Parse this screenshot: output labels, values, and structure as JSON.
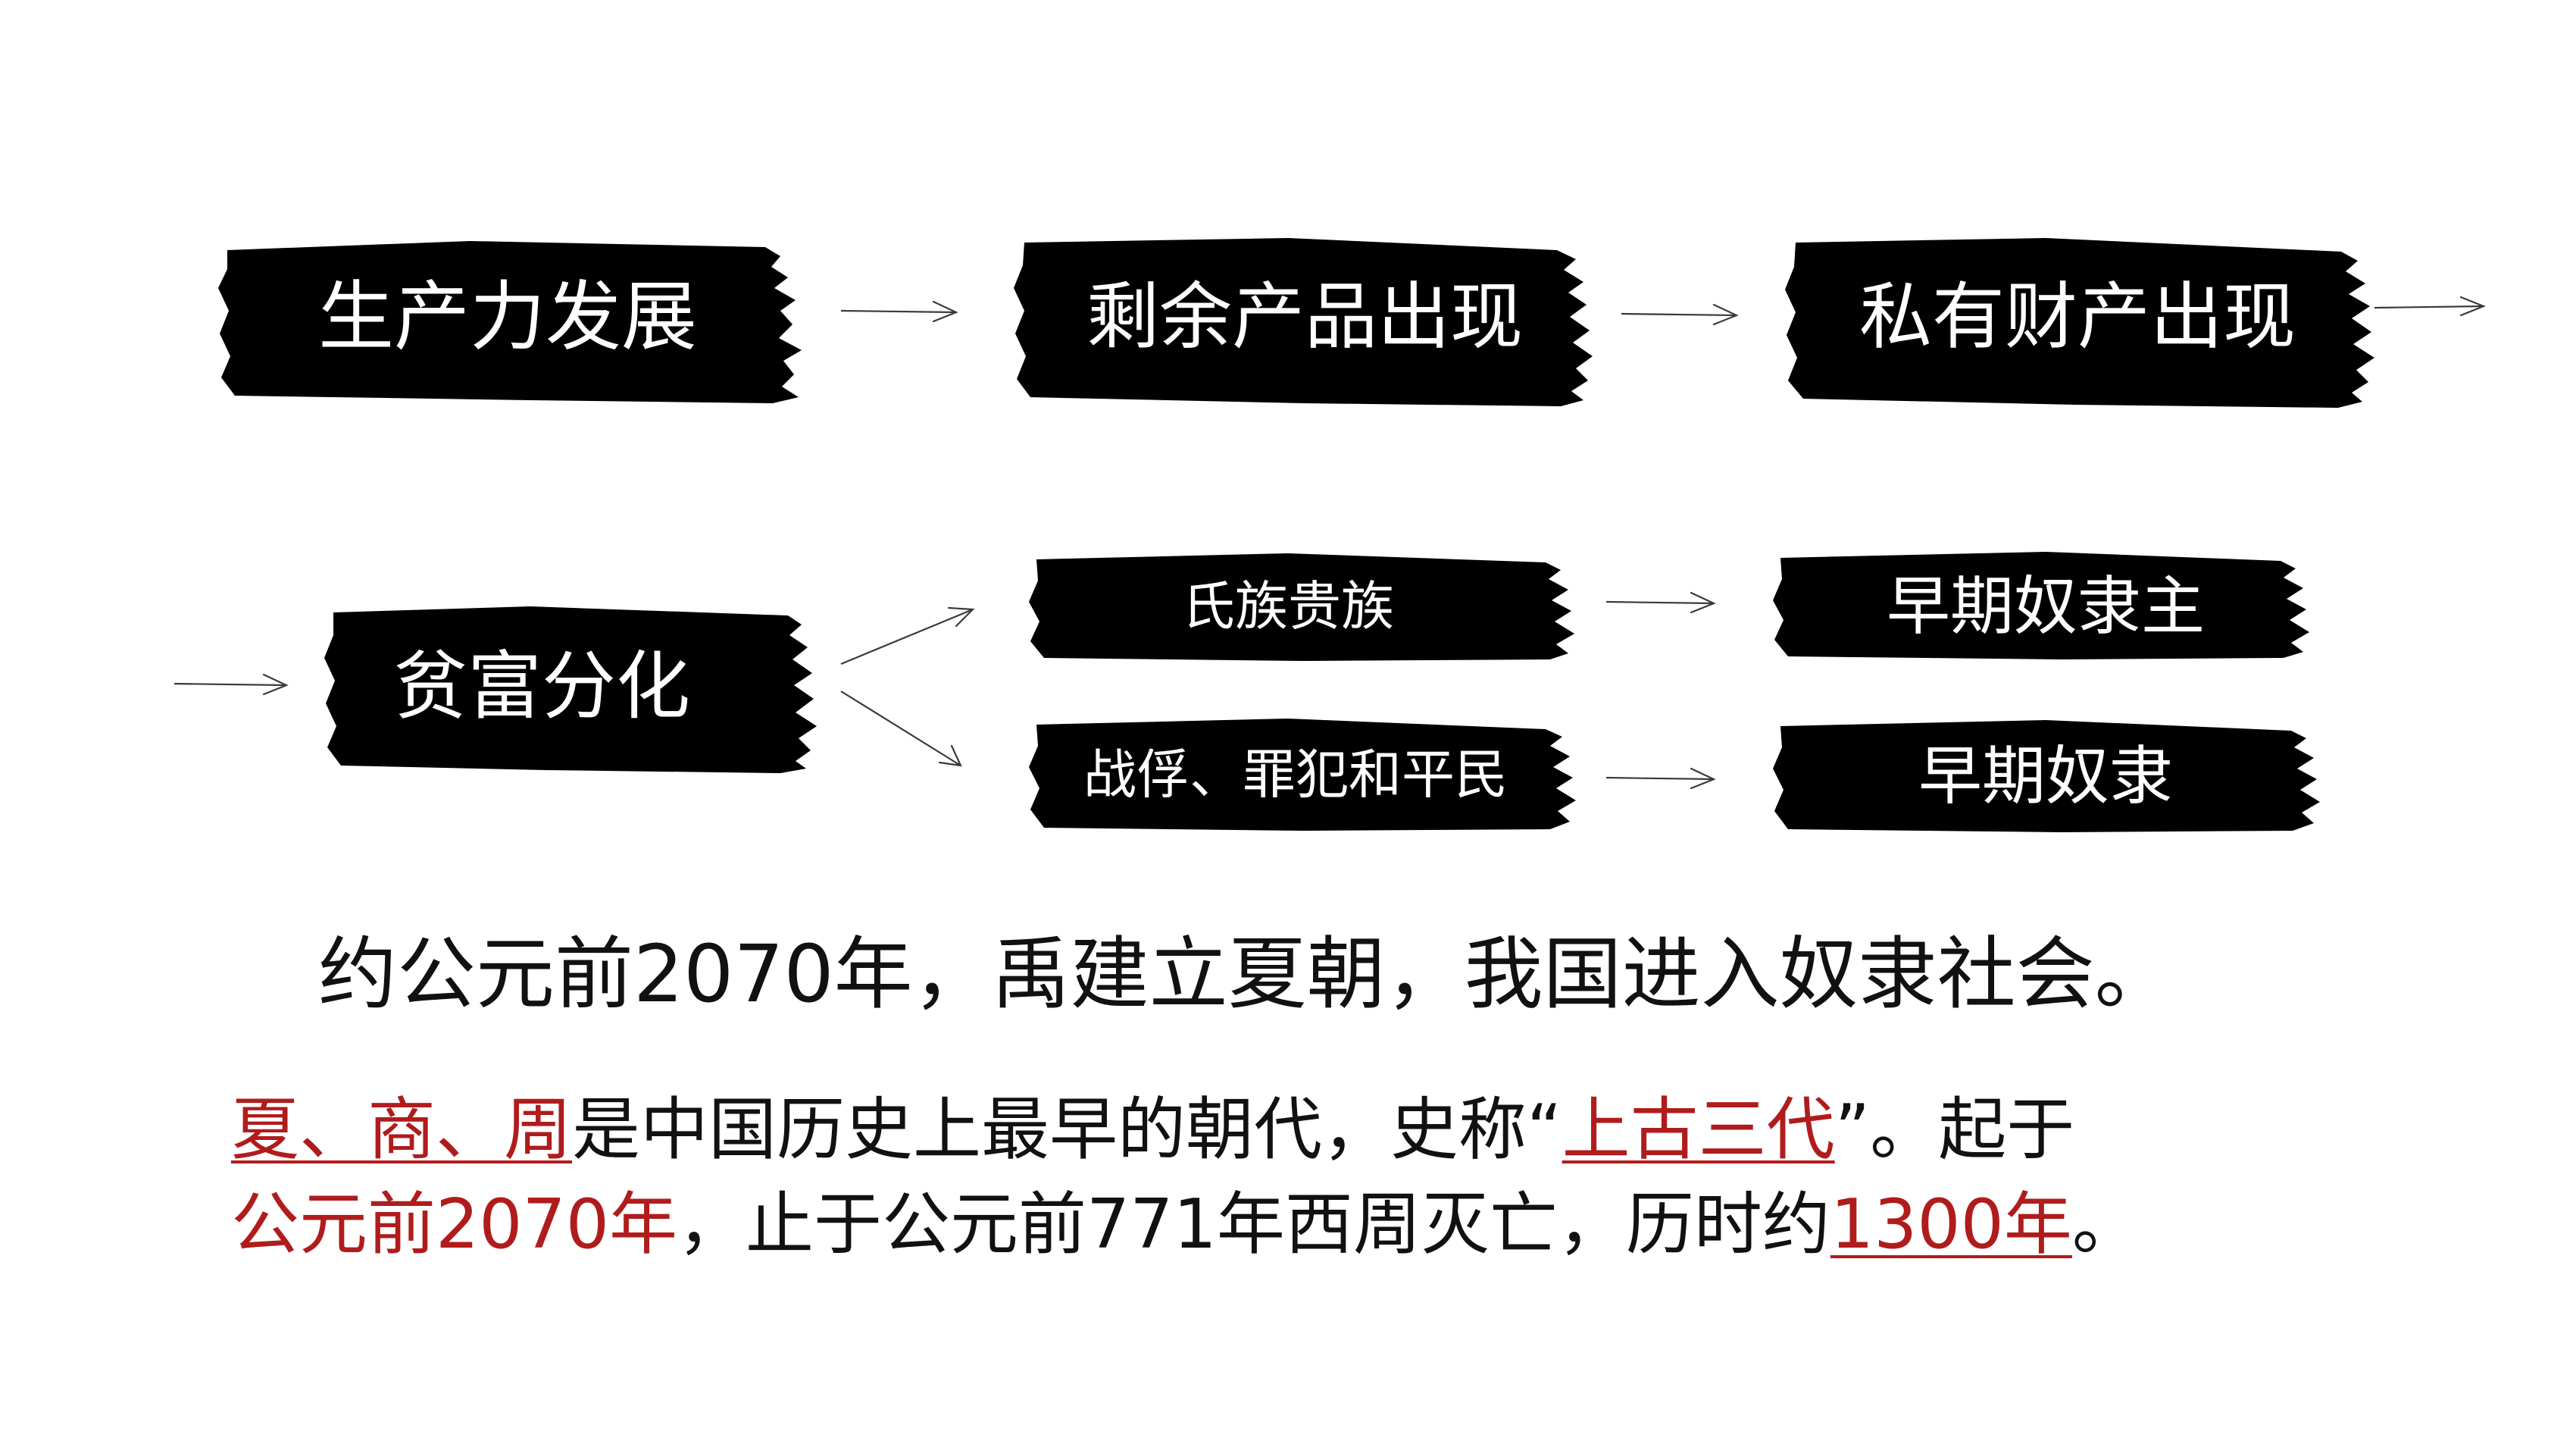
{
  "boxes": [
    {
      "id": "productivity",
      "label": "生产力发展"
    },
    {
      "id": "surplus",
      "label": "剩余产品出现"
    },
    {
      "id": "private-property",
      "label": "私有财产出现"
    },
    {
      "id": "wealth-gap",
      "label": "贫富分化"
    },
    {
      "id": "clan-nobles",
      "label": "氏族贵族"
    },
    {
      "id": "captives",
      "label": "战俘、罪犯和平民"
    },
    {
      "id": "slave-owners",
      "label": "早期奴隶主"
    },
    {
      "id": "slaves",
      "label": "早期奴隶"
    }
  ],
  "caption": "约公元前2070年，禹建立夏朝，我国进入奴隶社会。",
  "paragraph": {
    "line1": {
      "dynasties": "夏、商、周",
      "text1": "是中国历史上最早的朝代，史称“",
      "term": "上古三代",
      "text2": "”。起于"
    },
    "line2": {
      "start": "公元前2070年",
      "text1": "，止于公元前771年西周灭亡，历时约",
      "duration": "1300年",
      "text2": "。"
    }
  },
  "colors": {
    "ink": "#000000",
    "highlight": "#b01c1c",
    "text": "#111111"
  }
}
